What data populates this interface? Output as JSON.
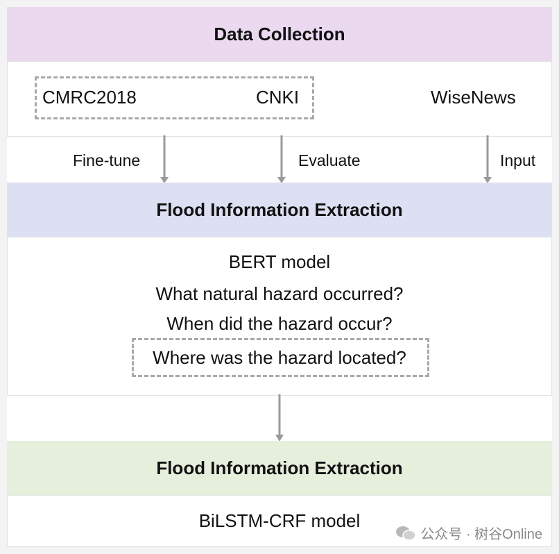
{
  "sections": {
    "collection": {
      "title": "Data Collection",
      "sources": {
        "left_a": "CMRC2018",
        "left_b": "CNKI",
        "right": "WiseNews"
      }
    },
    "arrows": {
      "fine_tune": "Fine-tune",
      "evaluate": "Evaluate",
      "input": "Input"
    },
    "extraction1": {
      "title": "Flood Information Extraction",
      "model": "BERT model",
      "questions": [
        "What natural hazard occurred?",
        "When did the hazard occur?",
        "Where was the hazard located?"
      ]
    },
    "extraction2": {
      "title": "Flood Information Extraction",
      "model": "BiLSTM-CRF model"
    }
  },
  "watermark": "公众号 · 树谷Online",
  "colors": {
    "collection_bg": "#ead9ef",
    "extraction1_bg": "#dce0f2",
    "extraction2_bg": "#e5efdc",
    "arrow": "#9a9a9a"
  }
}
